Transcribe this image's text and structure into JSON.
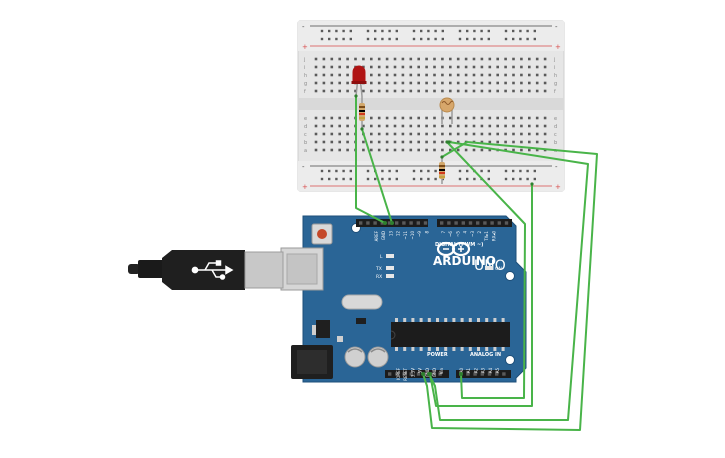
{
  "breadboard": {
    "rail_plus": "+",
    "rail_minus": "-",
    "row_letters_top": [
      "j",
      "i",
      "h",
      "g",
      "f"
    ],
    "row_letters_bottom": [
      "e",
      "d",
      "c",
      "b",
      "a"
    ],
    "column_count": 30
  },
  "components": {
    "led": {
      "name": "Red LED",
      "color": "#b01414"
    },
    "resistor": {
      "name": "Resistor"
    },
    "photoresistor": {
      "name": "Photoresistor"
    }
  },
  "arduino": {
    "brand": "ARDUINO",
    "model": "UNO",
    "digital_label": "DIGITAL (PWM ~)",
    "power_label": "POWER",
    "analog_label": "ANALOG IN",
    "on_label": "ON",
    "led_labels": [
      "L",
      "TX",
      "RX"
    ],
    "top_left_pins": [
      "AREF",
      "GND",
      "13",
      "12",
      "~11",
      "~10",
      "~9",
      "8"
    ],
    "top_right_pins": [
      "7",
      "~6",
      "~5",
      "4",
      "~3",
      "2",
      "TX▸1",
      "RX◂0"
    ],
    "power_pins": [
      "IOREF",
      "RESET",
      "3.3V",
      "5V",
      "GND",
      "GND",
      "Vin"
    ],
    "analog_pins": [
      "A0",
      "A1",
      "A2",
      "A3",
      "A4",
      "A5"
    ]
  },
  "colors": {
    "board": "#2a6596",
    "wire": "#49b449",
    "rail_red": "#d84a4a",
    "rail_black": "#444444"
  }
}
